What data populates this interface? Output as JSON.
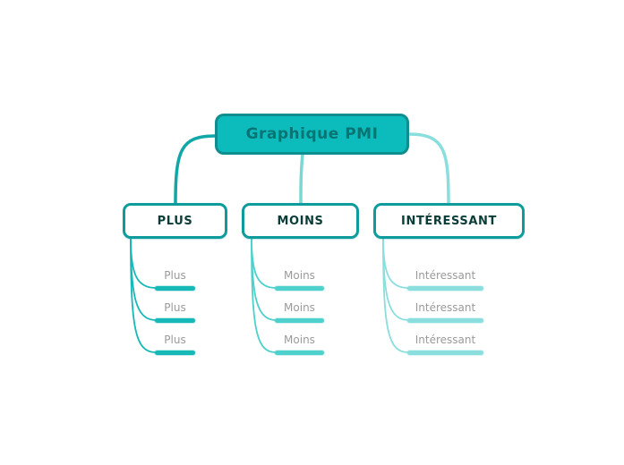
{
  "diagram": {
    "type": "mindmap",
    "background": "#ffffff",
    "root": {
      "label": "Graphique PMI",
      "fill_color": "#0cbcbc",
      "border_color": "#0e8e8e",
      "text_color": "#097474"
    },
    "node_style": {
      "branch_border_color": "#0d9b9b",
      "branch_text_color": "#0a3c38",
      "leaf_text_color": "#9a9a9a"
    },
    "branches": [
      {
        "label": "PLUS",
        "branch_color": "#17b8b8",
        "connector_color": "#10a7a7",
        "children": [
          "Plus",
          "Plus",
          "Plus"
        ]
      },
      {
        "label": "MOINS",
        "branch_color": "#4ed0cc",
        "connector_color": "#79d8d3",
        "children": [
          "Moins",
          "Moins",
          "Moins"
        ]
      },
      {
        "label": "INTÉRESSANT",
        "branch_color": "#8adede",
        "connector_color": "#8adede",
        "children": [
          "Intéressant",
          "Intéressant",
          "Intéressant"
        ]
      }
    ]
  }
}
